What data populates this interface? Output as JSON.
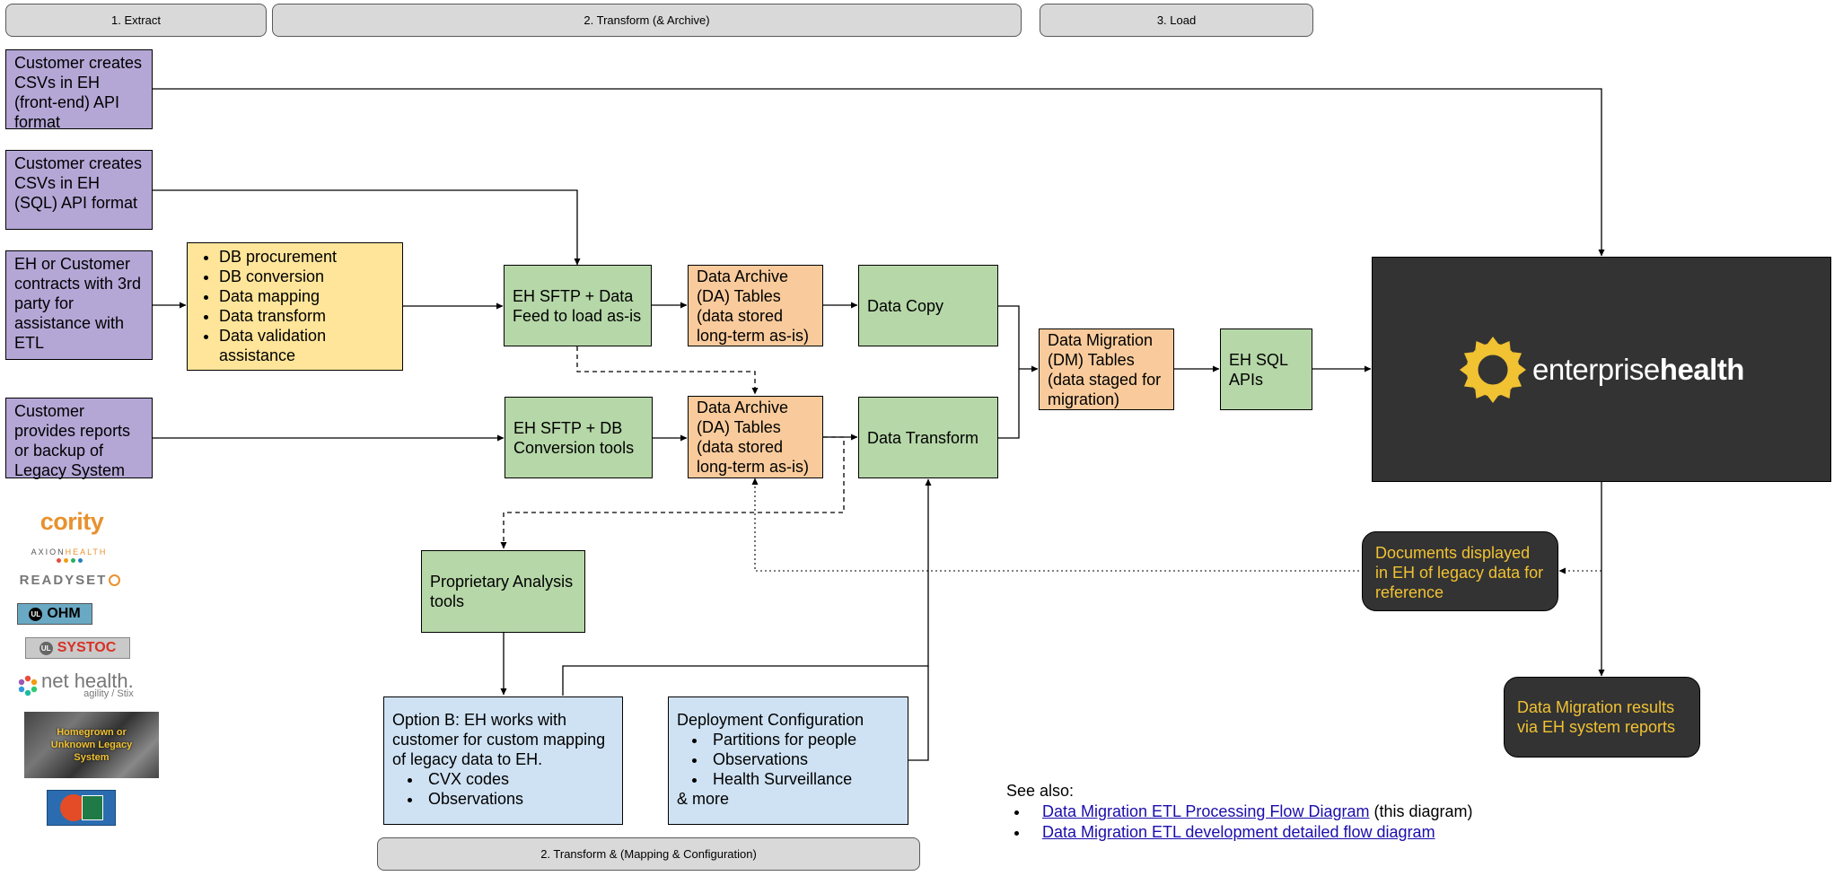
{
  "phases": {
    "extract": "1. Extract",
    "transform_archive": "2. Transform (& Archive)",
    "load": "3. Load",
    "transform_mapping": "2. Transform & (Mapping & Configuration)"
  },
  "sources": {
    "api_csv": "Customer creates CSVs in EH (front-end) API format",
    "sql_csv": "Customer creates CSVs in EH (SQL) API format",
    "third_party": "EH or Customer contracts with 3rd party for assistance with ETL",
    "reports_backup": "Customer provides reports or backup of Legacy System"
  },
  "services": {
    "items": [
      "DB procurement",
      "DB conversion",
      "Data mapping",
      "Data transform",
      "Data validation assistance"
    ]
  },
  "process": {
    "sftp_feed": "EH SFTP + Data Feed to load as-is",
    "sftp_db": "EH SFTP + DB Conversion tools",
    "archive_top": "Data Archive (DA) Tables (data stored long-term as-is)",
    "archive_bottom": "Data Archive (DA) Tables (data stored long-term as-is)",
    "data_copy": "Data Copy",
    "data_transform": "Data Transform",
    "migration_tables": "Data Migration (DM) Tables (data staged for migration)",
    "sql_apis": "EH SQL APIs",
    "proprietary": "Proprietary Analysis tools"
  },
  "option_b": {
    "text": "Option B: EH works with customer for custom mapping of legacy data to EH.",
    "items": [
      "CVX codes",
      "Observations"
    ]
  },
  "deployment": {
    "title": "Deployment Configuration",
    "items": [
      "Partitions for people",
      "Observations",
      "Health Surveillance"
    ],
    "more": "& more"
  },
  "brand": {
    "prefix": "enterprise",
    "suffix": "health",
    "mark_color": "#f1c232"
  },
  "outputs": {
    "documents": "Documents displayed in EH of legacy data for reference",
    "reports": "Data Migration results via EH system reports"
  },
  "see_also": {
    "heading": "See also:",
    "links": [
      {
        "text": "Data Migration ETL Processing Flow Diagram",
        "suffix": " (this diagram)"
      },
      {
        "text": "Data Migration ETL development detailed flow diagram",
        "suffix": ""
      }
    ]
  },
  "legacy_logos": {
    "cority": "cority",
    "axion_a": "AXION",
    "axion_b": "HEALTH",
    "readyset": "READYSET",
    "ohm": "OHM",
    "systoc": "SYSTOC",
    "nethealth": "net health.",
    "nethealth_sub": "agility / Stix",
    "homegrown": "Homegrown or Unknown Legacy System"
  }
}
